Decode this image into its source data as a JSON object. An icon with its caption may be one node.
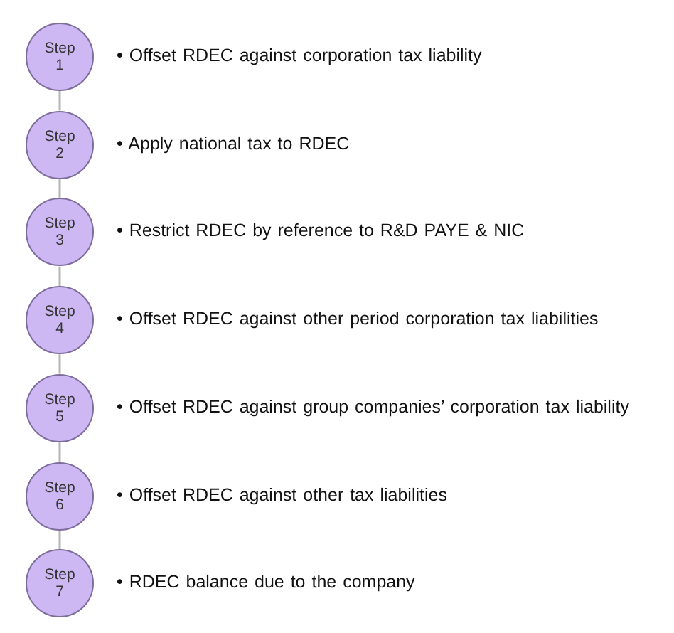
{
  "diagram": {
    "nodes": [
      {
        "text": [
          "Step 1"
        ],
        "beside": [
          "• Offset RDEC against corporation tax liability"
        ]
      },
      {
        "text": [
          "Step 2"
        ],
        "beside": [
          "• Apply national tax to RDEC"
        ]
      },
      {
        "text": [
          "Step 3"
        ],
        "beside": [
          "• Restrict RDEC by reference to R&D PAYE & NIC"
        ]
      },
      {
        "text": [
          "Step 4"
        ],
        "beside": [
          "• Offset RDEC against other period corporation tax liabilities"
        ]
      },
      {
        "text": [
          "Step 5"
        ],
        "beside": [
          "• Offset RDEC against group companies’ corporation tax liability"
        ]
      },
      {
        "text": [
          "Step 6"
        ],
        "beside": [
          "• Offset RDEC against other tax liabilities"
        ]
      },
      {
        "text": [
          "Step 7"
        ],
        "beside": [
          "• RDEC balance due to the company"
        ]
      }
    ],
    "edges": [
      {
        "from": 0,
        "to": 1,
        "arrow": "none"
      },
      {
        "from": 1,
        "to": 2,
        "arrow": "none"
      },
      {
        "from": 2,
        "to": 3,
        "arrow": "none"
      },
      {
        "from": 3,
        "to": 4,
        "arrow": "none"
      },
      {
        "from": 4,
        "to": 5,
        "arrow": "none"
      },
      {
        "from": 5,
        "to": 6,
        "arrow": "none"
      }
    ]
  }
}
